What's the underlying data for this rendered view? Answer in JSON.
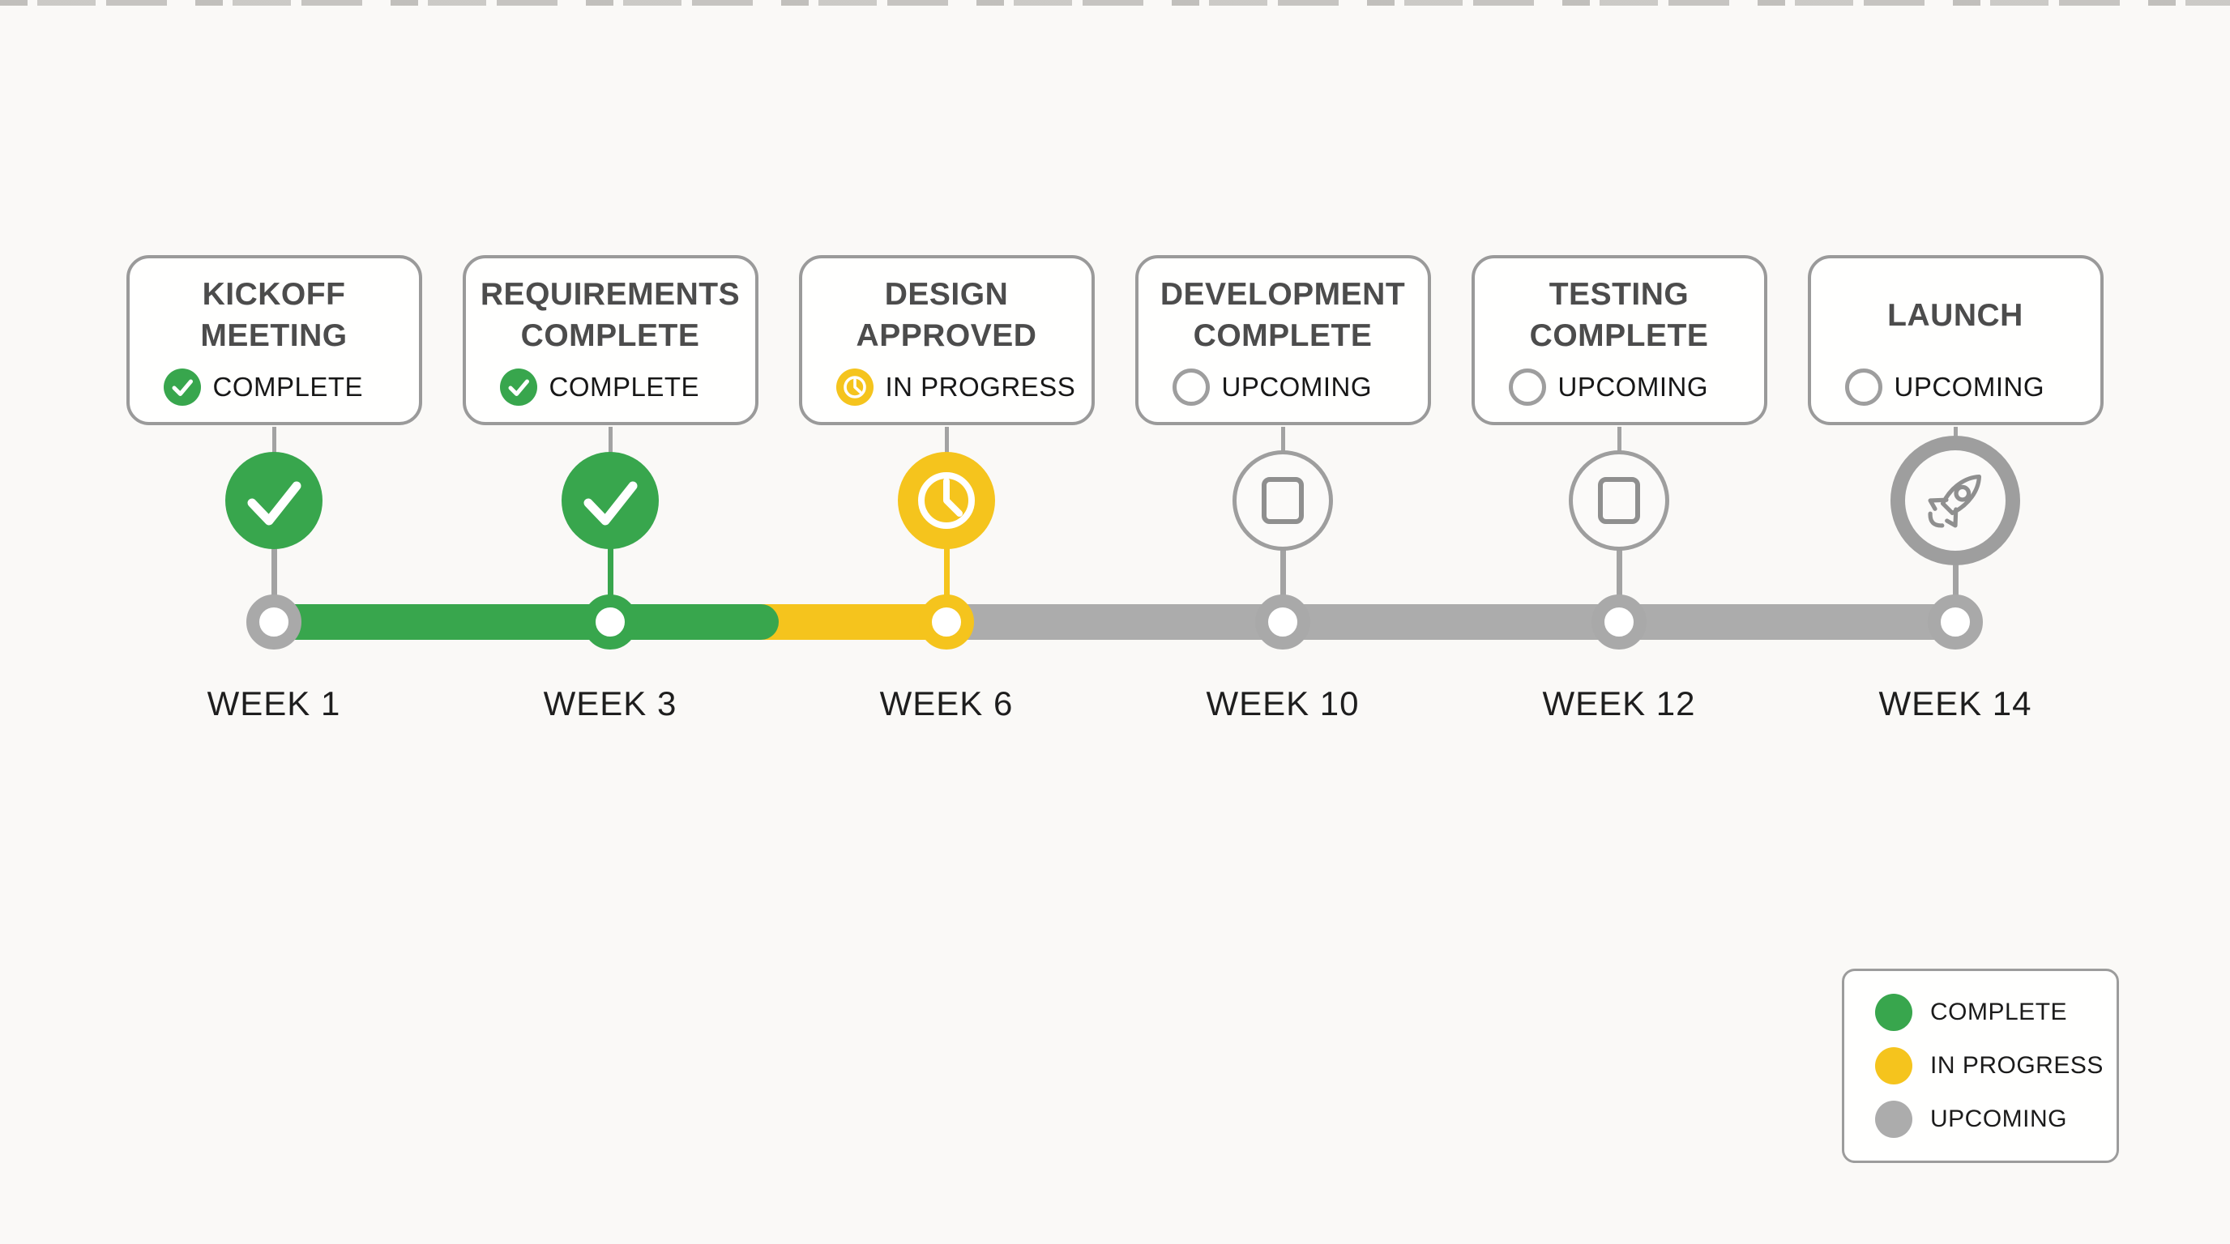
{
  "colors": {
    "complete": "#38a64d",
    "in_progress": "#f5c41d",
    "upcoming": "#acacac"
  },
  "milestones": [
    {
      "title": "KICKOFF MEETING",
      "status_label": "COMPLETE",
      "status_key": "complete",
      "icon": "check-icon",
      "week_label": "WEEK 1",
      "node_color_key": "upcoming",
      "connector_color_key": "upcoming"
    },
    {
      "title": "REQUIREMENTS COMPLETE",
      "status_label": "COMPLETE",
      "status_key": "complete",
      "icon": "check-icon",
      "week_label": "WEEK 3",
      "node_color_key": "complete",
      "connector_color_key": "complete"
    },
    {
      "title": "DESIGN APPROVED",
      "status_label": "IN PROGRESS",
      "status_key": "in_progress",
      "icon": "clock-icon",
      "week_label": "WEEK 6",
      "node_color_key": "in_progress",
      "connector_color_key": "in_progress"
    },
    {
      "title": "DEVELOPMENT COMPLETE",
      "status_label": "UPCOMING",
      "status_key": "upcoming",
      "icon": "box-icon",
      "week_label": "WEEK 10",
      "node_color_key": "upcoming",
      "connector_color_key": "upcoming"
    },
    {
      "title": "TESTING COMPLETE",
      "status_label": "UPCOMING",
      "status_key": "upcoming",
      "icon": "box-icon",
      "week_label": "WEEK 12",
      "node_color_key": "upcoming",
      "connector_color_key": "upcoming"
    },
    {
      "title": "LAUNCH",
      "status_label": "UPCOMING",
      "status_key": "upcoming",
      "icon": "rocket-icon",
      "week_label": "WEEK 14",
      "node_color_key": "upcoming",
      "connector_color_key": "upcoming"
    }
  ],
  "timeline": {
    "segments": [
      {
        "start_week_index": 0,
        "end_week_index": 1.5,
        "status_key": "complete"
      },
      {
        "start_week_index": 1.42,
        "end_week_index": 2.05,
        "status_key": "in_progress"
      },
      {
        "start_week_index": 2,
        "end_week_index": 5,
        "status_key": "upcoming"
      }
    ]
  },
  "legend": {
    "items": [
      {
        "label": "COMPLETE",
        "color_key": "complete"
      },
      {
        "label": "IN PROGRESS",
        "color_key": "in_progress"
      },
      {
        "label": "UPCOMING",
        "color_key": "upcoming"
      }
    ]
  }
}
